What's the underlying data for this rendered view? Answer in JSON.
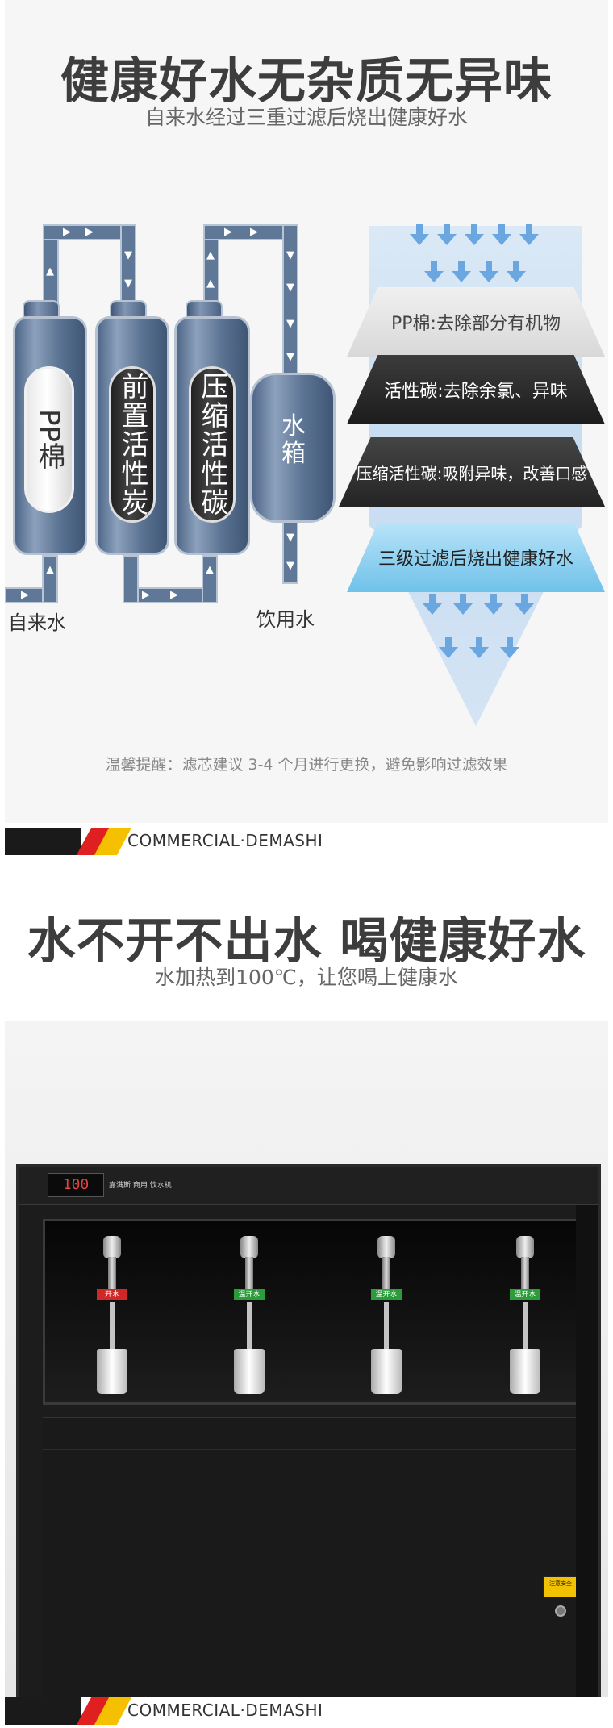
{
  "section1": {
    "title": "健康好水无杂质无异味",
    "subtitle": "自来水经过三重过滤后烧出健康好水",
    "filters": [
      {
        "label": "PP棉"
      },
      {
        "label": "前置活性炭"
      },
      {
        "label": "压缩活性碳"
      }
    ],
    "tank_label": "水箱",
    "inlet_label": "自来水",
    "outlet_label": "饮用水",
    "layers": [
      {
        "label": "PP棉:去除部分有机物"
      },
      {
        "label": "活性碳:去除余氯、异味"
      },
      {
        "label": "压缩活性碳:吸附异味，改善口感"
      },
      {
        "label": "三级过滤后烧出健康好水"
      }
    ],
    "tip": "温馨提醒：滤芯建议 3-4 个月进行更换，避免影响过滤效果"
  },
  "brand_band": {
    "text": "COMMERCIAL·DEMASHI",
    "stripe_colors": [
      "#e02020",
      "#f5c000"
    ]
  },
  "section2": {
    "title": "水不开不出水 喝健康好水",
    "subtitle": "水加热到100℃，让您喝上健康水",
    "display_value": "100",
    "brand_text": "嘉满斯 商用 饮水机",
    "taps": [
      {
        "tag": "开水",
        "tag_color": "red"
      },
      {
        "tag": "温开水",
        "tag_color": "green"
      },
      {
        "tag": "温开水",
        "tag_color": "green"
      },
      {
        "tag": "温开水",
        "tag_color": "green"
      }
    ],
    "warning_label": "注意安全"
  },
  "icons": {
    "flow_arrow": "flow-arrow-icon",
    "down_arrow": "down-arrow-icon"
  }
}
